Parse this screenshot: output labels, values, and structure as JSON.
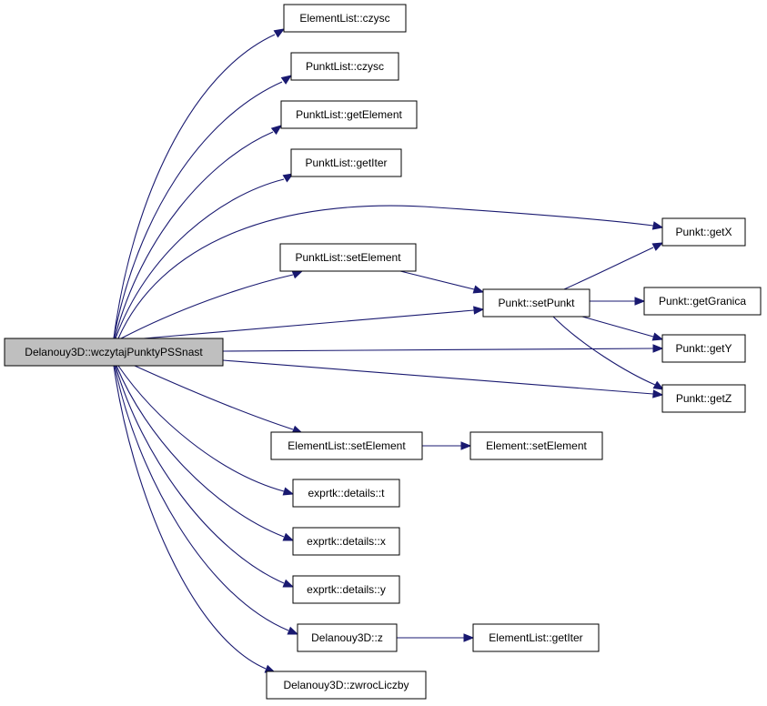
{
  "graph": {
    "colors": {
      "edge": "#191970",
      "root_fill": "#bfbfbf",
      "node_fill": "#ffffff",
      "border": "#000000"
    },
    "nodes": [
      {
        "id": "root",
        "label": "Delanouy3D::wczytajPunktyPSSnast",
        "root": true
      },
      {
        "id": "el_czysc",
        "label": "ElementList::czysc"
      },
      {
        "id": "pl_czysc",
        "label": "PunktList::czysc"
      },
      {
        "id": "pl_getElement",
        "label": "PunktList::getElement"
      },
      {
        "id": "pl_getIter",
        "label": "PunktList::getIter"
      },
      {
        "id": "pl_setElement",
        "label": "PunktList::setElement"
      },
      {
        "id": "p_setPunkt",
        "label": "Punkt::setPunkt"
      },
      {
        "id": "p_getX",
        "label": "Punkt::getX"
      },
      {
        "id": "p_getGranica",
        "label": "Punkt::getGranica"
      },
      {
        "id": "p_getY",
        "label": "Punkt::getY"
      },
      {
        "id": "p_getZ",
        "label": "Punkt::getZ"
      },
      {
        "id": "el_setElement",
        "label": "ElementList::setElement"
      },
      {
        "id": "e_setElement",
        "label": "Element::setElement"
      },
      {
        "id": "ex_t",
        "label": "exprtk::details::t"
      },
      {
        "id": "ex_x",
        "label": "exprtk::details::x"
      },
      {
        "id": "ex_y",
        "label": "exprtk::details::y"
      },
      {
        "id": "d_z",
        "label": "Delanouy3D::z"
      },
      {
        "id": "el_getIter",
        "label": "ElementList::getIter"
      },
      {
        "id": "d_zwroc",
        "label": "Delanouy3D::zwrocLiczby"
      }
    ],
    "edges": [
      [
        "root",
        "el_czysc"
      ],
      [
        "root",
        "pl_czysc"
      ],
      [
        "root",
        "pl_getElement"
      ],
      [
        "root",
        "pl_getIter"
      ],
      [
        "root",
        "p_getX"
      ],
      [
        "root",
        "pl_setElement"
      ],
      [
        "root",
        "p_setPunkt"
      ],
      [
        "root",
        "p_getY"
      ],
      [
        "root",
        "p_getZ"
      ],
      [
        "root",
        "el_setElement"
      ],
      [
        "root",
        "ex_t"
      ],
      [
        "root",
        "ex_x"
      ],
      [
        "root",
        "ex_y"
      ],
      [
        "root",
        "d_z"
      ],
      [
        "root",
        "d_zwroc"
      ],
      [
        "pl_setElement",
        "p_setPunkt"
      ],
      [
        "p_setPunkt",
        "p_getX"
      ],
      [
        "p_setPunkt",
        "p_getGranica"
      ],
      [
        "p_setPunkt",
        "p_getY"
      ],
      [
        "p_setPunkt",
        "p_getZ"
      ],
      [
        "el_setElement",
        "e_setElement"
      ],
      [
        "d_z",
        "el_getIter"
      ]
    ]
  }
}
